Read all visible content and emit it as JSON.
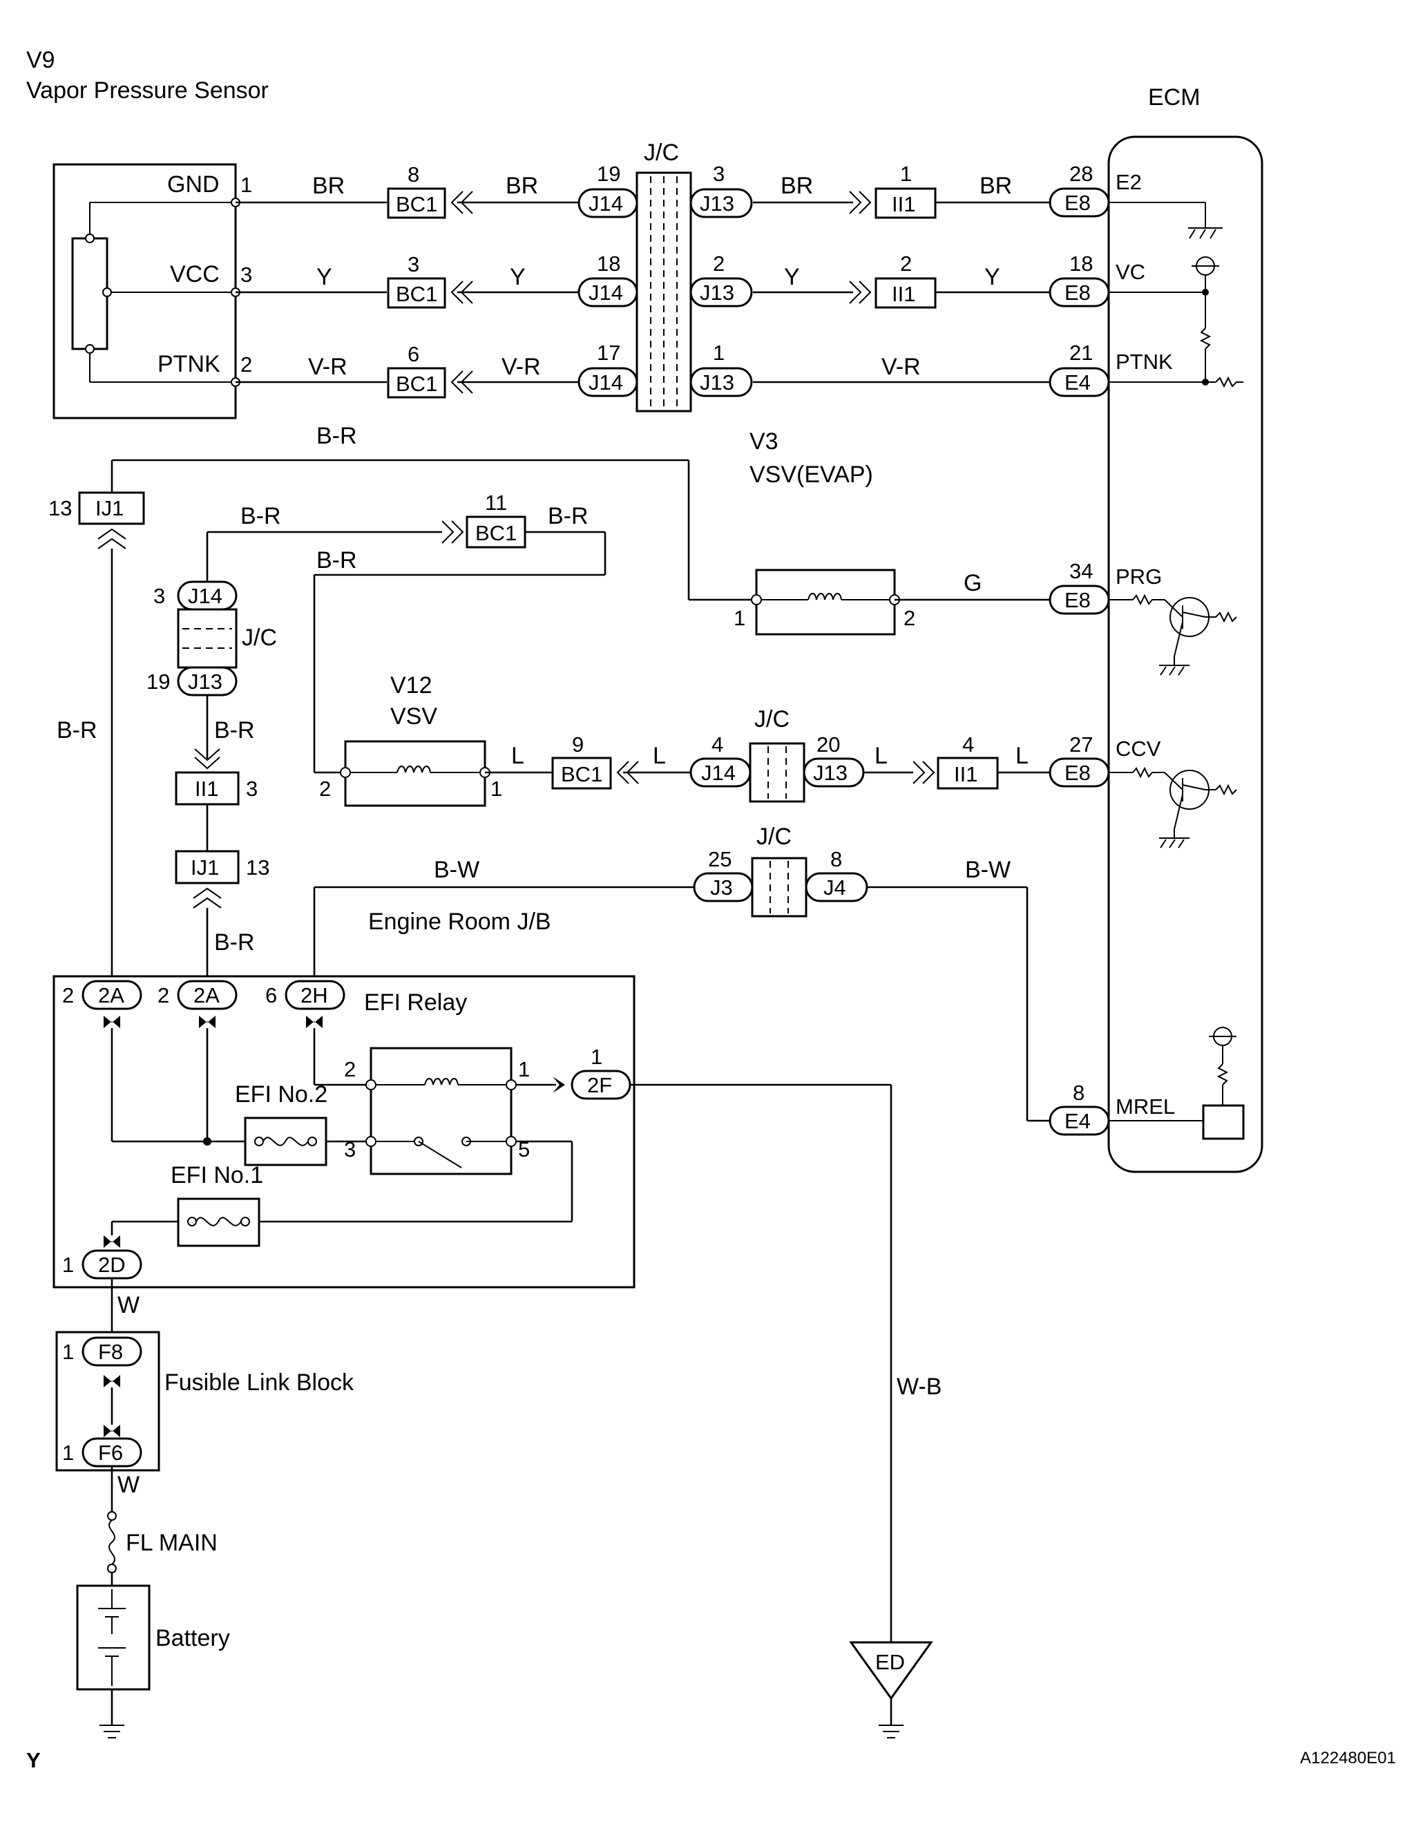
{
  "title": {
    "code": "V9",
    "name": "Vapor Pressure Sensor"
  },
  "ecm_title": "ECM",
  "figure_code": "A122480E01",
  "corner_mark": "Y",
  "sensor_pins": [
    {
      "name": "GND",
      "pin": "1"
    },
    {
      "name": "VCC",
      "pin": "3"
    },
    {
      "name": "PTNK",
      "pin": "2"
    }
  ],
  "ecm_terminals": [
    {
      "name": "E2",
      "connector": "E8",
      "pin": "28"
    },
    {
      "name": "VC",
      "connector": "E8",
      "pin": "18"
    },
    {
      "name": "PTNK",
      "connector": "E4",
      "pin": "21"
    },
    {
      "name": "PRG",
      "connector": "E8",
      "pin": "34"
    },
    {
      "name": "CCV",
      "connector": "E8",
      "pin": "27"
    },
    {
      "name": "MREL",
      "connector": "E4",
      "pin": "8"
    }
  ],
  "wires": {
    "br": "BR",
    "y": "Y",
    "vr": "V-R",
    "br_dash": "B-R",
    "g": "G",
    "l": "L",
    "bw": "B-W",
    "w": "W",
    "wb": "W-B"
  },
  "connectors": {
    "bc1": "BC1",
    "j14": "J14",
    "j13": "J13",
    "ii1": "II1",
    "e8": "E8",
    "e4": "E4",
    "ij1": "IJ1",
    "j3": "J3",
    "j4": "J4",
    "c2a": "2A",
    "c2h": "2H",
    "c2f": "2F",
    "c2d": "2D",
    "f8": "F8",
    "f6": "F6",
    "ed": "ED"
  },
  "pins": {
    "bc1_gnd": "8",
    "j14_gnd": "19",
    "j13_gnd": "3",
    "ii1_gnd": "1",
    "bc1_vcc": "3",
    "j14_vcc": "18",
    "j13_vcc": "2",
    "ii1_vcc": "2",
    "bc1_ptnk": "6",
    "j14_ptnk": "17",
    "j13_ptnk": "1",
    "ij1_left": "13",
    "bc1_11": "11",
    "j14_3": "3",
    "j13_19": "19",
    "ii1_3": "3",
    "ij1_13": "13",
    "vsv_evap_1": "1",
    "vsv_evap_2": "2",
    "vsv_1": "1",
    "vsv_2": "2",
    "bc1_9": "9",
    "j14_4": "4",
    "j13_20": "20",
    "ii1_4": "4",
    "j3_25": "25",
    "j4_8": "8",
    "c2a_a": "2",
    "c2a_b": "2",
    "c2h_6": "6",
    "relay_2": "2",
    "relay_1": "1",
    "relay_3": "3",
    "relay_5": "5",
    "c2f_1": "1",
    "c2d_1": "1",
    "f8_1": "1",
    "f6_1": "1"
  },
  "components": {
    "jc": "J/C",
    "vsv_evap_code": "V3",
    "vsv_evap_name": "VSV(EVAP)",
    "vsv_code": "V12",
    "vsv_name": "VSV",
    "engine_room_jb": "Engine Room J/B",
    "efi_relay": "EFI Relay",
    "efi_no2": "EFI No.2",
    "efi_no1": "EFI No.1",
    "fusible_link_block": "Fusible Link Block",
    "fl_main": "FL MAIN",
    "battery": "Battery"
  }
}
